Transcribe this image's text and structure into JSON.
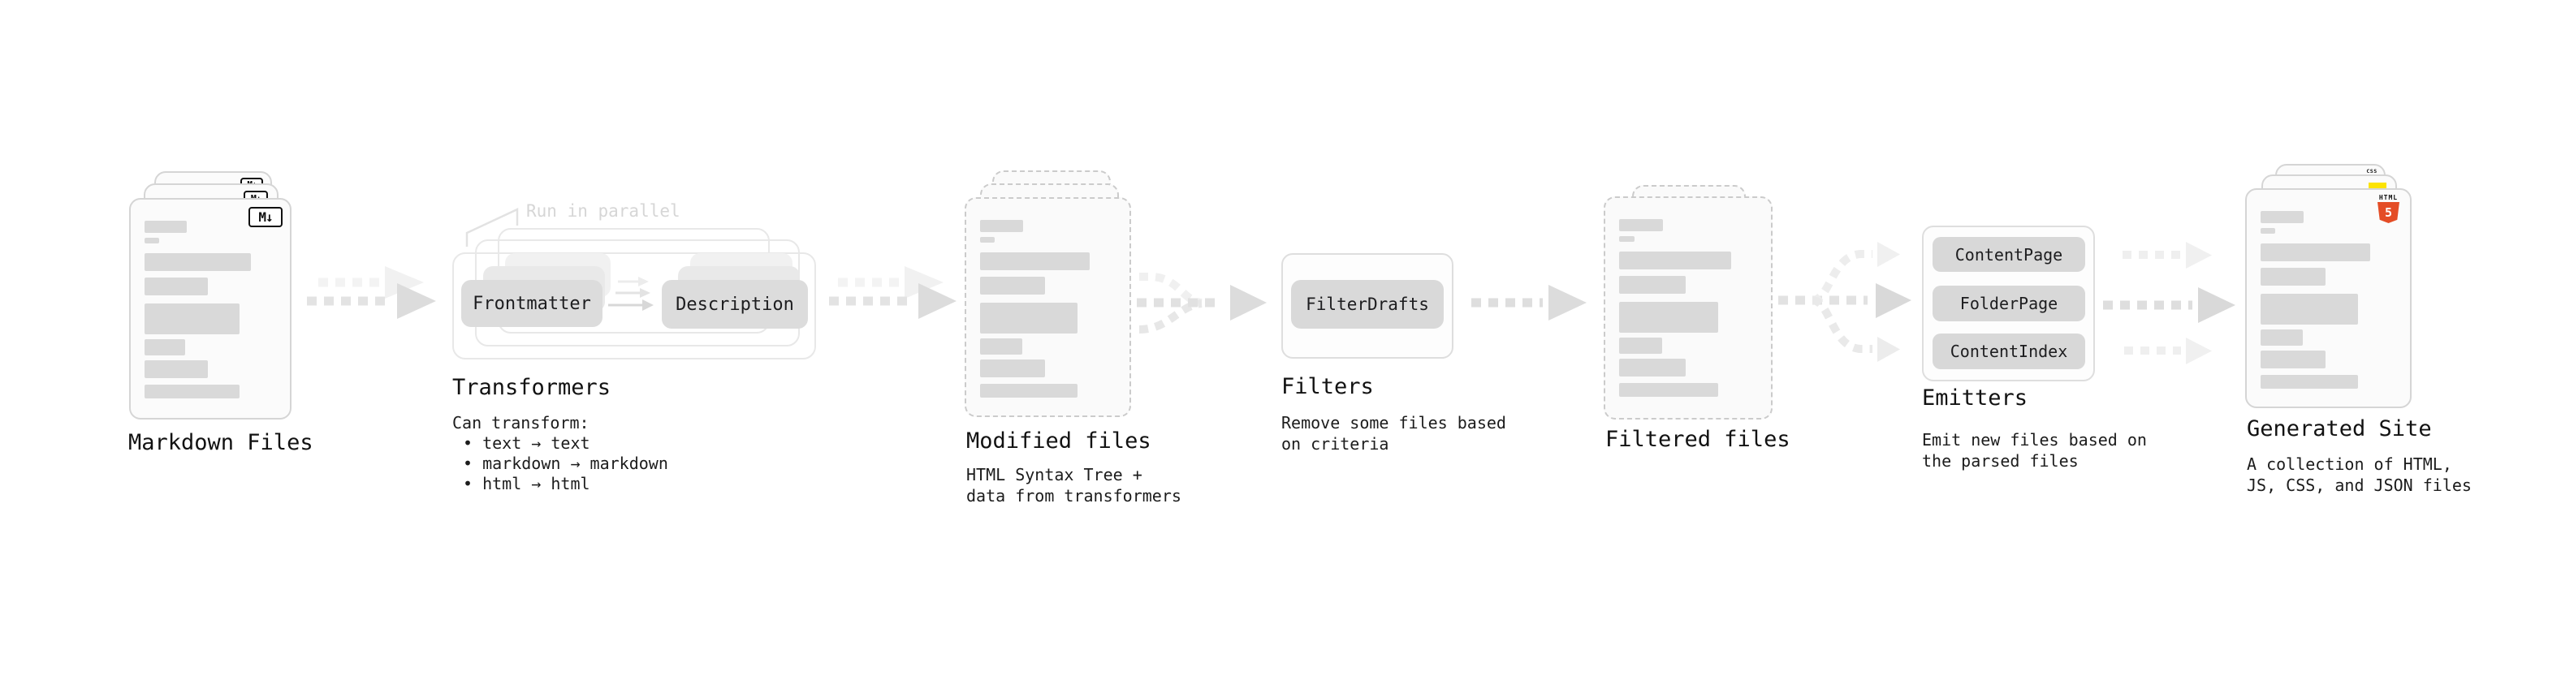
{
  "diagram": {
    "stages": {
      "markdown_files": {
        "label": "Markdown Files",
        "file_icon": "M↓"
      },
      "transformers": {
        "label": "Transformers",
        "note": "Run in parallel",
        "pill_left": "Frontmatter",
        "pill_right": "Description",
        "caption_title": "Can transform:",
        "bullets": [
          "• text → text",
          "• markdown → markdown",
          "• html → html"
        ]
      },
      "modified_files": {
        "label": "Modified files",
        "caption_line1": "HTML Syntax Tree +",
        "caption_line2": "data from transformers"
      },
      "filters": {
        "label": "Filters",
        "pill": "FilterDrafts",
        "caption_line1": "Remove some files based",
        "caption_line2": "on criteria"
      },
      "filtered_files": {
        "label": "Filtered files"
      },
      "emitters": {
        "label": "Emitters",
        "pills": [
          "ContentPage",
          "FolderPage",
          "ContentIndex"
        ],
        "caption_line1": "Emit new files based on",
        "caption_line2": "the parsed files"
      },
      "generated_site": {
        "label": "Generated Site",
        "caption_line1": "A collection of HTML,",
        "caption_line2": "JS, CSS, and JSON files",
        "css_icon_label": "CSS",
        "html_icon_label": "HTML",
        "html_icon_number": "5"
      }
    },
    "colors": {
      "accent_html5": "#e44d26",
      "accent_js": "#fce303",
      "accent_css": "#2c6be8",
      "pill_bg": "#d9d9d9",
      "arrow_gray": "#dcdcdc"
    }
  }
}
